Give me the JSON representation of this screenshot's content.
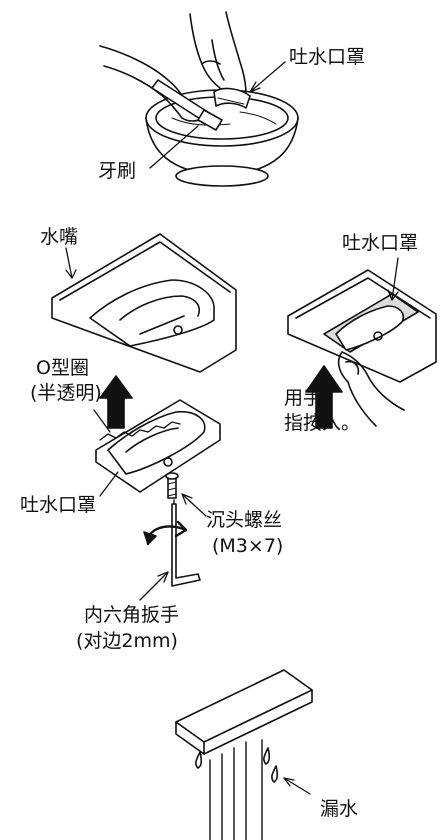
{
  "panel_wash": {
    "label_cover": "吐水口罩",
    "label_toothbrush": "牙刷"
  },
  "panel_install_left": {
    "label_spout": "水嘴",
    "label_oring_line1": "O型圈",
    "label_oring_line2": "(半透明)",
    "label_cover": "吐水口罩",
    "label_screw_line1": "沉头螺丝",
    "label_screw_line2": "(M3×7)",
    "label_wrench_line1": "内六角扳手",
    "label_wrench_line2": "(对边2mm)"
  },
  "panel_install_right": {
    "label_cover": "吐水口罩",
    "label_press_line1": "用手",
    "label_press_line2": "指按入。"
  },
  "panel_leak": {
    "label_leak": "漏水"
  }
}
